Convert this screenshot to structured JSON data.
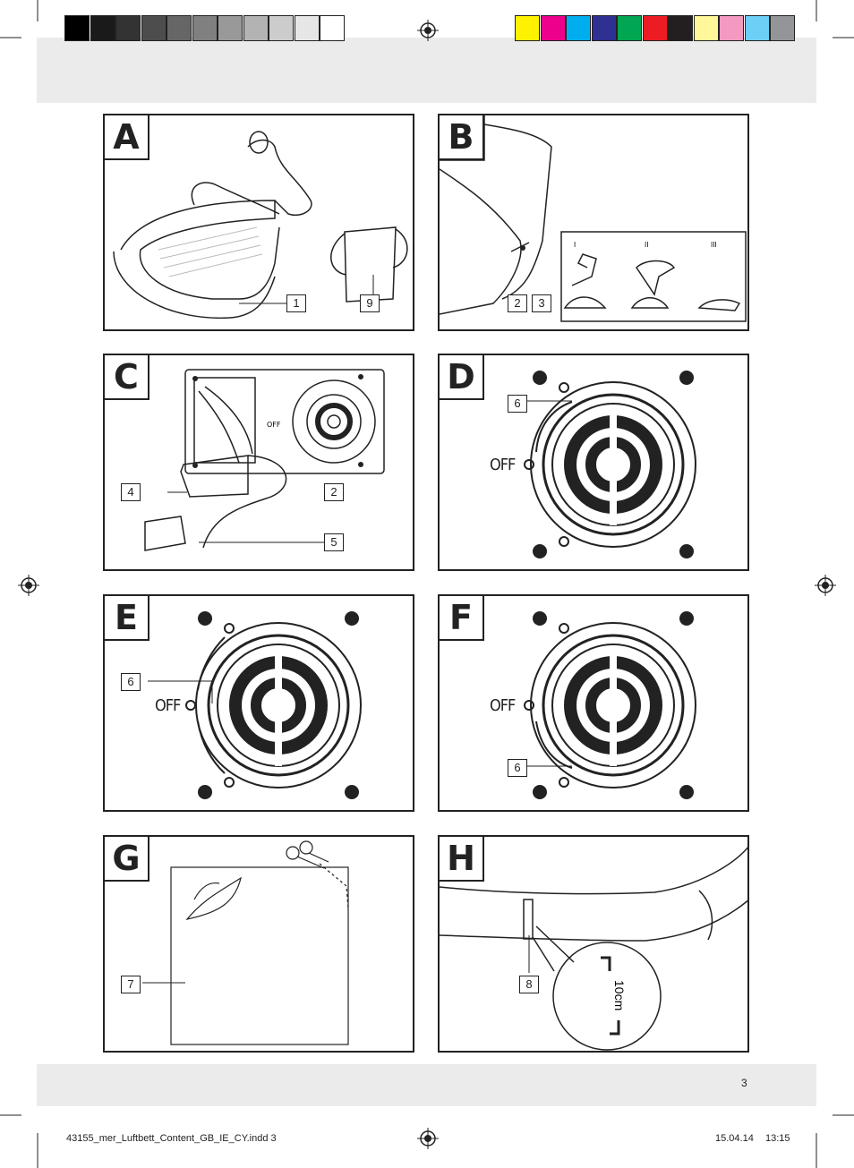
{
  "colors": {
    "grayscale": [
      "#000000",
      "#1a1a1a",
      "#333333",
      "#4d4d4d",
      "#666666",
      "#808080",
      "#999999",
      "#b3b3b3",
      "#cccccc",
      "#e6e6e6",
      "#ffffff"
    ],
    "process": [
      "#fff200",
      "#ec008c",
      "#00aeef",
      "#2e3192",
      "#00a651",
      "#ed1c24",
      "#231f20",
      "#fff799",
      "#f49ac1",
      "#6dcff6",
      "#939598"
    ],
    "band": "#ebebeb"
  },
  "panels": {
    "A": {
      "letter": "A",
      "callouts": [
        "1",
        "9"
      ]
    },
    "B": {
      "letter": "B",
      "callouts": [
        "2",
        "3"
      ],
      "stages": [
        "I",
        "II",
        "III"
      ]
    },
    "C": {
      "letter": "C",
      "callouts": [
        "4",
        "2",
        "5"
      ],
      "off": "OFF"
    },
    "D": {
      "letter": "D",
      "callouts": [
        "6"
      ],
      "off": "OFF"
    },
    "E": {
      "letter": "E",
      "callouts": [
        "6"
      ],
      "off": "OFF"
    },
    "F": {
      "letter": "F",
      "callouts": [
        "6"
      ],
      "off": "OFF"
    },
    "G": {
      "letter": "G",
      "callouts": [
        "7"
      ]
    },
    "H": {
      "letter": "H",
      "callouts": [
        "8"
      ],
      "ruler": "10cm"
    }
  },
  "page_number": "3",
  "footer": {
    "file": "43155_mer_Luftbett_Content_GB_IE_CY.indd   3",
    "date": "15.04.14",
    "time": "13:15"
  }
}
